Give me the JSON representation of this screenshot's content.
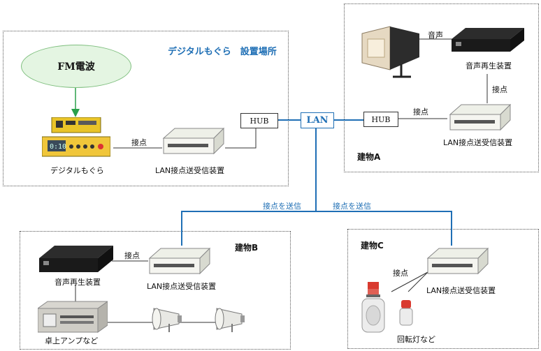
{
  "site": {
    "title": "デジタルもぐら　設置場所",
    "fm_label": "FM電波",
    "mogura_label": "デジタルもぐら",
    "contact_label": "接点",
    "lan_device_label": "LAN接点送受信装置",
    "hub_label": "HUB"
  },
  "network": {
    "lan_label": "LAN",
    "send_label_b": "接点を送信",
    "send_label_c": "接点を送信"
  },
  "building_a": {
    "title": "建物A",
    "hub_label": "HUB",
    "contact_label_1": "接点",
    "contact_label_2": "接点",
    "sound_label": "音声",
    "player_label": "音声再生装置",
    "lan_device_label": "LAN接点送受信装置"
  },
  "building_b": {
    "title": "建物B",
    "contact_label": "接点",
    "player_label": "音声再生装置",
    "lan_device_label": "LAN接点送受信装置",
    "amp_label": "卓上アンプなど"
  },
  "building_c": {
    "title": "建物C",
    "contact_label": "接点",
    "lan_device_label": "LAN接点送受信装置",
    "lamp_label": "回転灯など"
  },
  "colors": {
    "lan_line": "#1f6fb5",
    "wire": "#333333",
    "fm_arrow": "#2aa04a"
  }
}
